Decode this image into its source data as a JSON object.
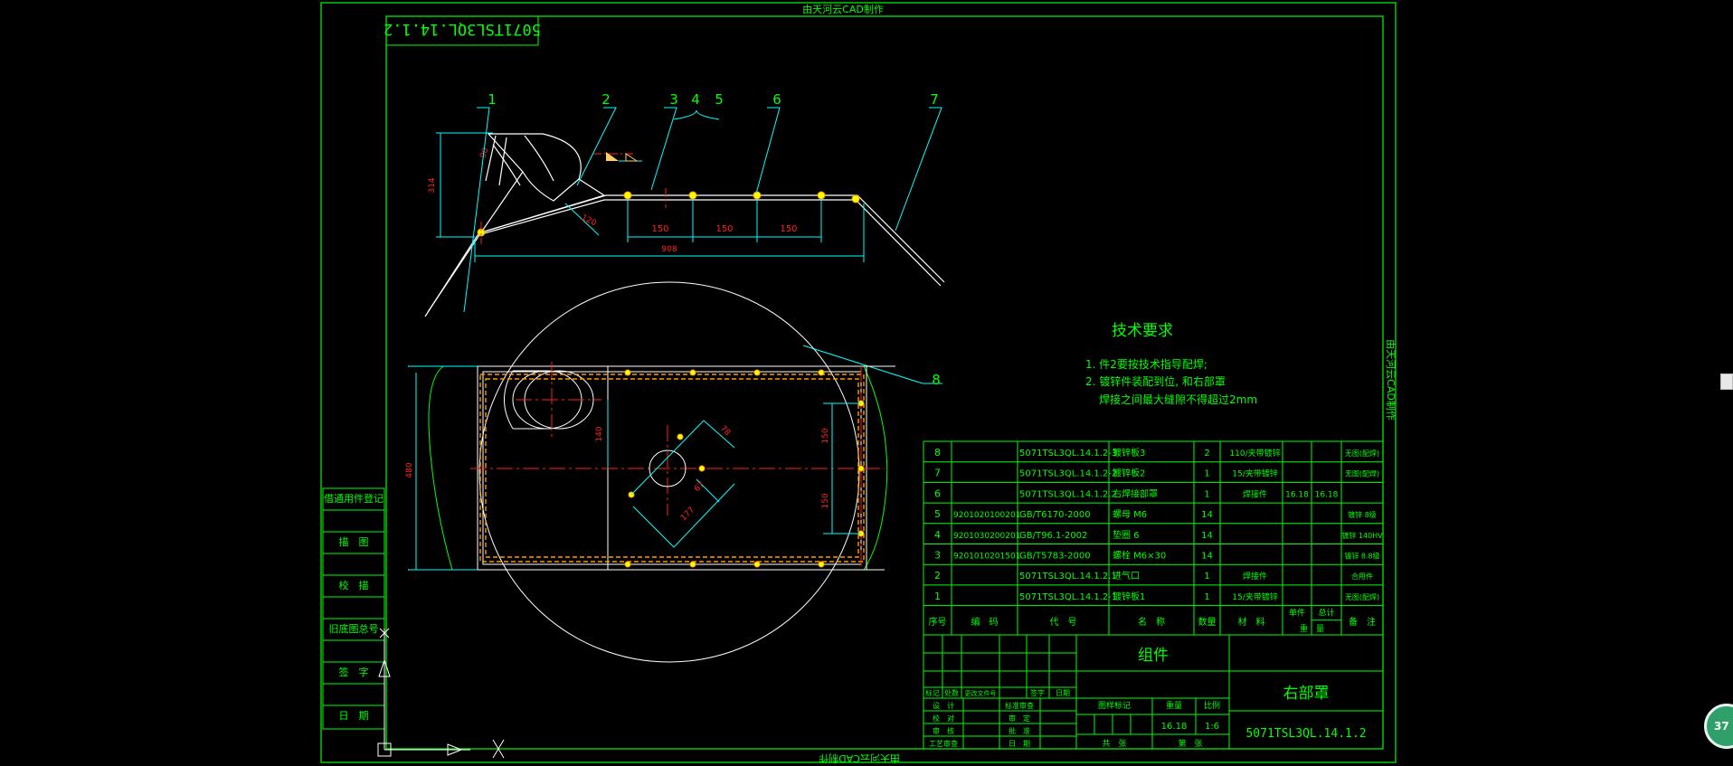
{
  "colors": {
    "frame": "#00ff00",
    "dim": "#00ffff",
    "part": "#ffffff",
    "red": "#ff2020",
    "yellow": "#ffff00",
    "orange": "#ff9900"
  },
  "watermark_top": "由天河云CAD制作",
  "watermark_bottom": "由天河云CAD制作",
  "watermark_side": "由天河云CAD制作",
  "drawing_no_mirror": "5071TSL3QL.14.1.2",
  "callouts": [
    "1",
    "2",
    "3",
    "4",
    "5",
    "6",
    "7",
    "8"
  ],
  "top_view_dims": {
    "d908": "908",
    "d150a": "150",
    "d150b": "150",
    "d150c": "150",
    "d120": "120",
    "d314": "314",
    "d90": "90"
  },
  "plan_dims": {
    "d480": "480",
    "d140": "140",
    "d150a": "150",
    "d150b": "150",
    "d78": "78",
    "d67": "67",
    "d177": "177"
  },
  "tech_req": {
    "title": "技术要求",
    "line1": "1. 件2要按技术指导配焊;",
    "line2": "2. 镀锌件装配到位, 和右部罩",
    "line3": "焊接之间最大缝隙不得超过2mm"
  },
  "bom": {
    "rows": [
      {
        "no": "8",
        "code": "",
        "ref": "5071TSL3QL.14.1.2-3",
        "name": "镀锌板3",
        "qty": "2",
        "mat": "110/夹带镀锌",
        "w1": "",
        "w2": "",
        "note": "无图(配焊)"
      },
      {
        "no": "7",
        "code": "",
        "ref": "5071TSL3QL.14.1.2-2",
        "name": "镀锌板2",
        "qty": "1",
        "mat": "15/夹带镀锌",
        "w1": "",
        "w2": "",
        "note": "无图(配焊)"
      },
      {
        "no": "6",
        "code": "",
        "ref": "5071TSL3QL.14.1.2.2",
        "name": "右焊接部罩",
        "qty": "1",
        "mat": "焊接件",
        "w1": "16.18",
        "w2": "16.18",
        "note": ""
      },
      {
        "no": "5",
        "code": "9201020100201",
        "ref": "GB/T6170-2000",
        "name": "螺母 M6",
        "qty": "14",
        "mat": "",
        "w1": "",
        "w2": "",
        "note": "镀锌 8级"
      },
      {
        "no": "4",
        "code": "9201030200201",
        "ref": "GB/T96.1-2002",
        "name": "垫圈 6",
        "qty": "14",
        "mat": "",
        "w1": "",
        "w2": "",
        "note": "镀锌 140HV"
      },
      {
        "no": "3",
        "code": "9201010201501",
        "ref": "GB/T5783-2000",
        "name": "螺栓 M6×30",
        "qty": "14",
        "mat": "",
        "w1": "",
        "w2": "",
        "note": "镀锌 8.8级"
      },
      {
        "no": "2",
        "code": "",
        "ref": "5071TSL3QL.14.1.2.1",
        "name": "进气口",
        "qty": "1",
        "mat": "焊接件",
        "w1": "",
        "w2": "",
        "note": "合用件"
      },
      {
        "no": "1",
        "code": "",
        "ref": "5071TSL3QL.14.1.2-1",
        "name": "镀锌板1",
        "qty": "1",
        "mat": "15/夹带镀锌",
        "w1": "",
        "w2": "",
        "note": "无图(配焊)"
      }
    ],
    "header": {
      "no": "序号",
      "code": "编　码",
      "ref": "代　号",
      "name": "名　称",
      "qty": "数量",
      "mat": "材　料",
      "w_single": "单件",
      "w_total": "总计",
      "w_label": "重　量",
      "note": "备　注"
    }
  },
  "title_block": {
    "assembly_label": "组件",
    "part_name": "右部罩",
    "drawing_no": "5071TSL3QL.14.1.2",
    "weight": "16.18",
    "scale": "1:6",
    "stage_label": "图样标记",
    "weight_label": "重量",
    "scale_label": "比例",
    "sheet_total": "共　张",
    "sheet_no": "第　张",
    "rev_headers": [
      "标记",
      "处数",
      "更改文件号",
      "签字",
      "日期"
    ],
    "sign_rows": [
      {
        "a": "设　计",
        "b": "标准审查"
      },
      {
        "a": "校　对",
        "b": "审　定"
      },
      {
        "a": "审　核",
        "b": "批　准"
      },
      {
        "a": "工艺审查",
        "b": "日　期"
      }
    ]
  },
  "left_block": [
    "借通用件登记",
    "描　图",
    "校　描",
    "旧底图总号",
    "签　字",
    "日　期"
  ],
  "status_badge": "37"
}
